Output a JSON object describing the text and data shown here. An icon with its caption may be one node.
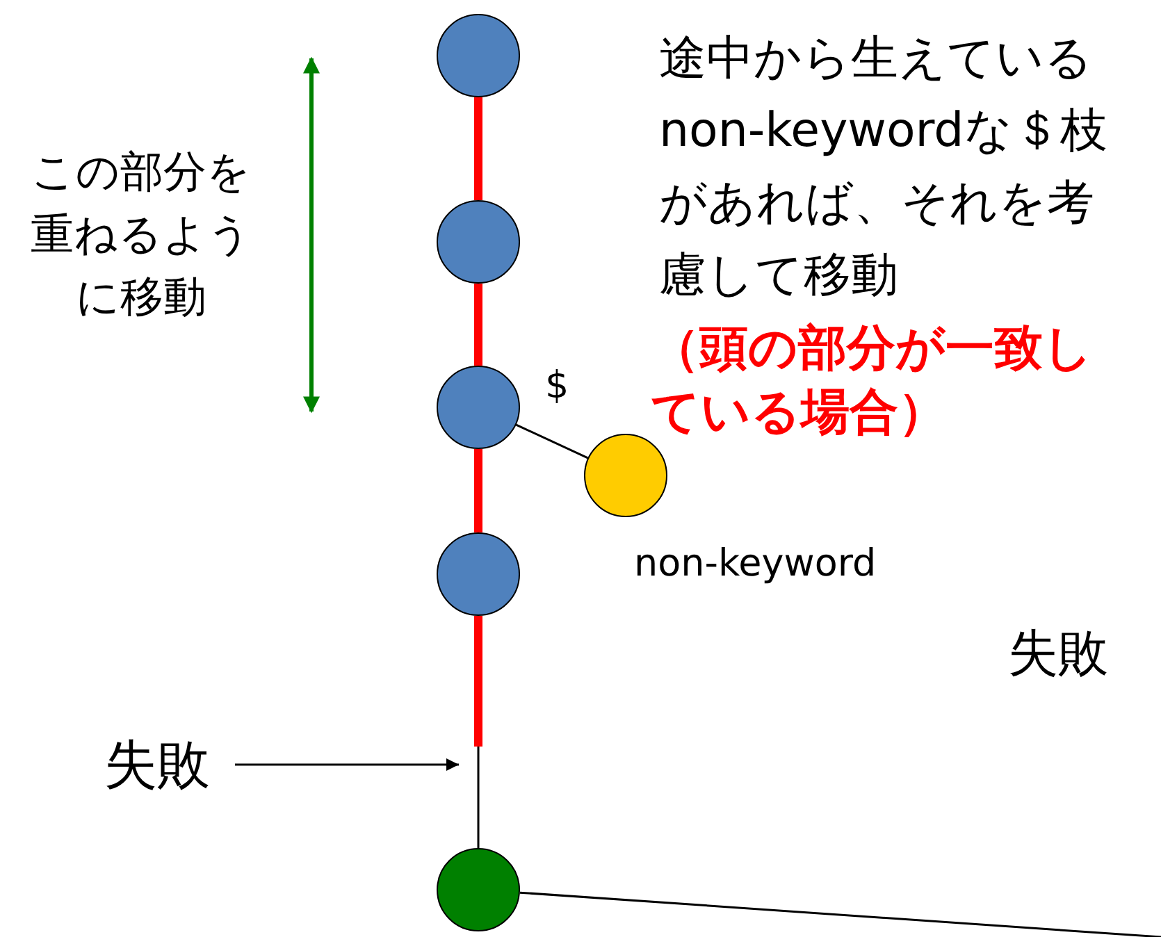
{
  "diagram": {
    "nodes": [
      {
        "text": [],
        "shape": "circle"
      },
      {
        "text": [],
        "shape": "circle"
      },
      {
        "text": [],
        "shape": "circle"
      },
      {
        "text": [],
        "shape": "circle"
      },
      {
        "text": [],
        "shape": "circle",
        "beside": [
          "non-keyword"
        ]
      },
      {
        "text": [],
        "shape": "circle"
      },
      {
        "text": [
          "失敗"
        ]
      }
    ],
    "edges": [
      {
        "from": 0,
        "to": 1,
        "arrow": "none"
      },
      {
        "from": 1,
        "to": 2,
        "arrow": "none"
      },
      {
        "from": 2,
        "to": 3,
        "arrow": "none"
      },
      {
        "from": 3,
        "to": 5,
        "arrow": "none"
      },
      {
        "from": 2,
        "to": 4,
        "arrow": "none",
        "label": "$",
        "color": "#000000"
      },
      {
        "from": 6,
        "to": null,
        "arrow": "to",
        "color": "#000000"
      },
      {
        "from": 5,
        "to": null,
        "arrow": "none",
        "color": "#000000"
      }
    ],
    "labels": [
      "この部分を重ねるように移動",
      "途中から生えているnon-keywordな＄枝があれば、それを考慮して移動",
      "（頭の部分が一致している場合）",
      "失敗"
    ]
  }
}
